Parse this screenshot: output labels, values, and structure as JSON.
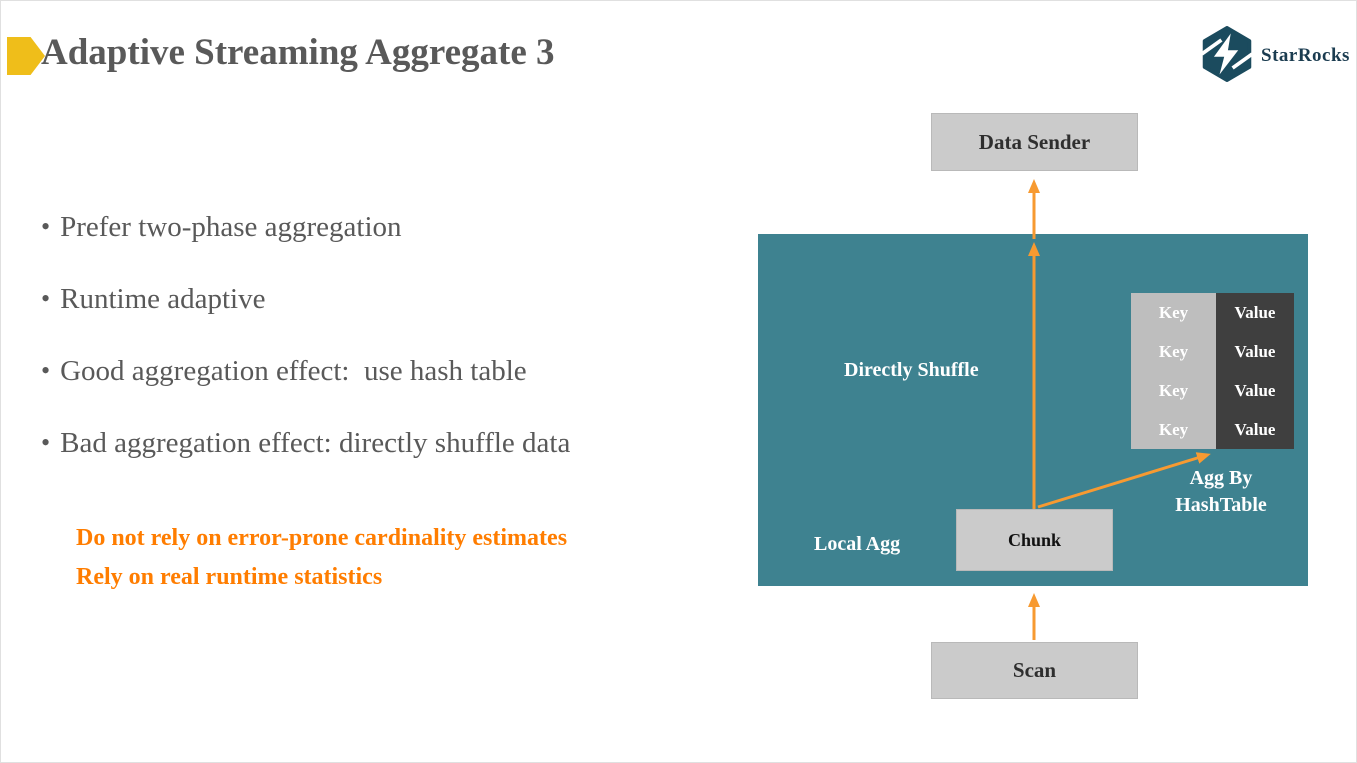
{
  "header": {
    "title": "Adaptive Streaming Aggregate 3",
    "brand": "StarRocks"
  },
  "bullets": {
    "glyph": "•",
    "items": [
      "Prefer two-phase aggregation",
      "Runtime adaptive",
      "Good aggregation effect:  use hash table",
      "Bad aggregation effect: directly shuffle data"
    ]
  },
  "highlights": {
    "line1": "Do not rely on error-prone cardinality estimates",
    "line2": "Rely on real runtime statistics"
  },
  "diagram": {
    "data_sender_label": "Data Sender",
    "directly_shuffle_label": "Directly Shuffle",
    "local_agg_label": "Local Agg",
    "chunk_label": "Chunk",
    "scan_label": "Scan",
    "agg_by_label": "Agg By HashTable",
    "agg_by_line1": "Agg By",
    "agg_by_line2": "HashTable",
    "hash_table": {
      "rows": [
        {
          "key": "Key",
          "value": "Value"
        },
        {
          "key": "Key",
          "value": "Value"
        },
        {
          "key": "Key",
          "value": "Value"
        },
        {
          "key": "Key",
          "value": "Value"
        }
      ]
    }
  },
  "colors": {
    "teal_panel": "#3e8290",
    "arrow_orange": "#f79a31",
    "highlight_orange": "#ff7d00",
    "title_marker_gold": "#efbe1a",
    "title_gray": "#595959",
    "box_gray": "#cbcbcb",
    "key_column_gray": "#bebebe",
    "value_column_dark": "#3f3f3f",
    "logo_teal": "#1b4b5e"
  }
}
